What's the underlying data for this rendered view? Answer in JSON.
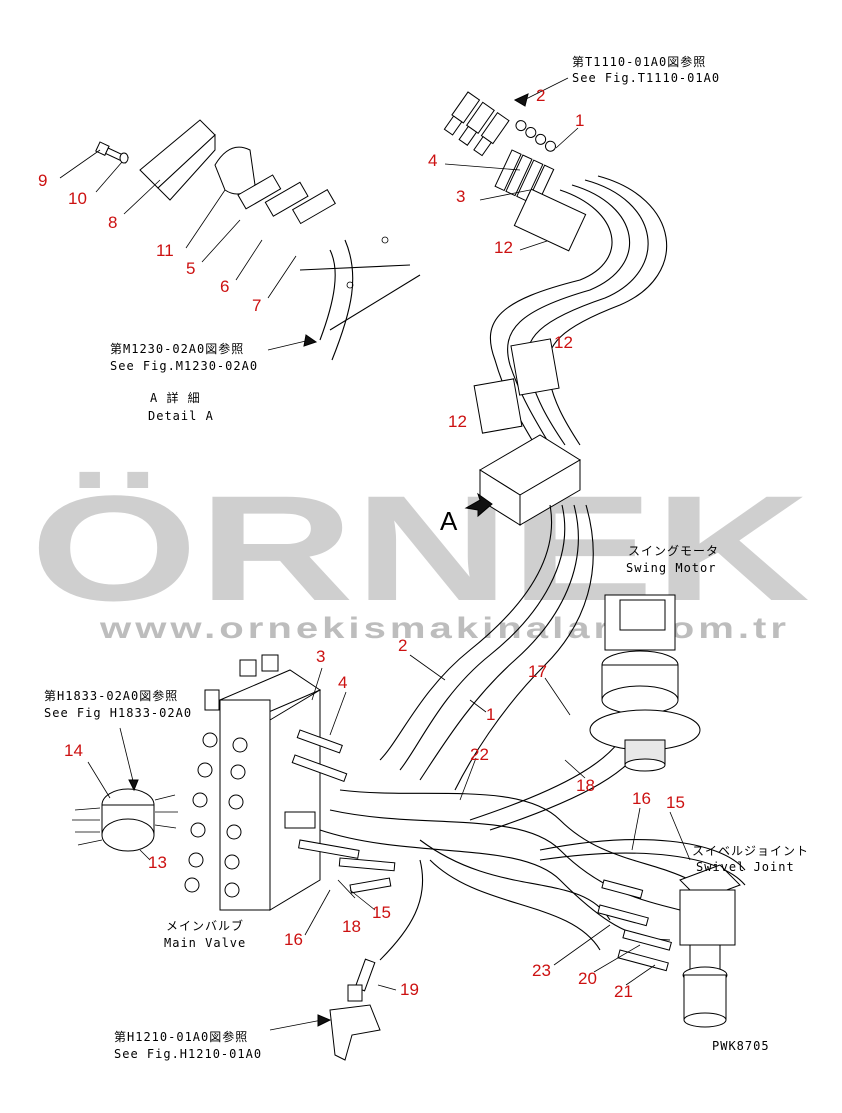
{
  "watermark": {
    "brand": "ÖRNEK",
    "url": "www.ornekismakinalari.com.tr",
    "accent_color": "#f3cf5a",
    "text_color": "#cfcfcf"
  },
  "references": {
    "t1110_jp": "第T1110-01A0図参照",
    "t1110_en": "See Fig.T1110-01A0",
    "m1230_jp": "第M1230-02A0図参照",
    "m1230_en": "See Fig.M1230-02A0",
    "h1833_jp": "第H1833-02A0図参照",
    "h1833_en": "See Fig H1833-02A0",
    "h1210_jp": "第H1210-01A0図参照",
    "h1210_en": "See Fig.H1210-01A0"
  },
  "detail": {
    "jp": "A 詳 細",
    "en": "Detail A"
  },
  "view_arrow": "A",
  "components": {
    "swing_motor_jp": "スイングモータ",
    "swing_motor_en": "Swing Motor",
    "swivel_joint_jp": "スイベルジョイント",
    "swivel_joint_en": "Swivel Joint",
    "main_valve_jp": "メインバルブ",
    "main_valve_en": "Main Valve"
  },
  "drawing_code": "PWK8705",
  "callouts": [
    {
      "id": "c-2-top",
      "label": "2"
    },
    {
      "id": "c-1-top",
      "label": "1"
    },
    {
      "id": "c-4-top",
      "label": "4"
    },
    {
      "id": "c-3-top",
      "label": "3"
    },
    {
      "id": "c-12-a",
      "label": "12"
    },
    {
      "id": "c-12-b",
      "label": "12"
    },
    {
      "id": "c-12-c",
      "label": "12"
    },
    {
      "id": "c-9",
      "label": "9"
    },
    {
      "id": "c-10",
      "label": "10"
    },
    {
      "id": "c-8",
      "label": "8"
    },
    {
      "id": "c-11",
      "label": "11"
    },
    {
      "id": "c-5",
      "label": "5"
    },
    {
      "id": "c-6",
      "label": "6"
    },
    {
      "id": "c-7",
      "label": "7"
    },
    {
      "id": "c-3-mid",
      "label": "3"
    },
    {
      "id": "c-4-mid",
      "label": "4"
    },
    {
      "id": "c-2-mid",
      "label": "2"
    },
    {
      "id": "c-1-mid",
      "label": "1"
    },
    {
      "id": "c-17",
      "label": "17"
    },
    {
      "id": "c-22",
      "label": "22"
    },
    {
      "id": "c-18-right",
      "label": "18"
    },
    {
      "id": "c-16-right",
      "label": "16"
    },
    {
      "id": "c-15-right",
      "label": "15"
    },
    {
      "id": "c-14",
      "label": "14"
    },
    {
      "id": "c-13",
      "label": "13"
    },
    {
      "id": "c-15-left",
      "label": "15"
    },
    {
      "id": "c-18-left",
      "label": "18"
    },
    {
      "id": "c-16-left",
      "label": "16"
    },
    {
      "id": "c-19",
      "label": "19"
    },
    {
      "id": "c-23",
      "label": "23"
    },
    {
      "id": "c-20",
      "label": "20"
    },
    {
      "id": "c-21",
      "label": "21"
    }
  ]
}
